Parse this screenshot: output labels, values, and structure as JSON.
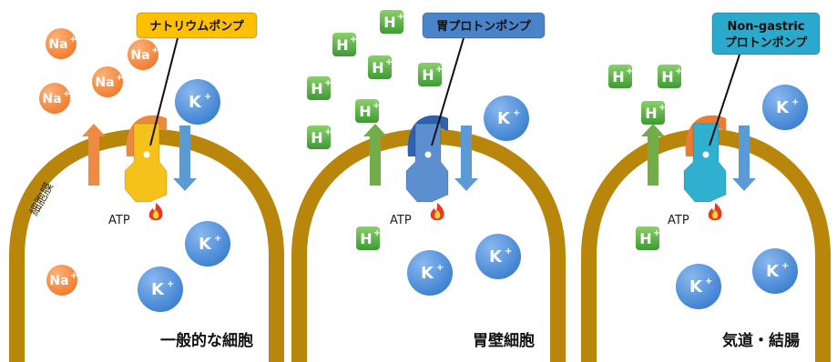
{
  "labels": {
    "na": "Na",
    "k": "K",
    "h": "H",
    "plus": "+",
    "atp": "ATP",
    "membrane": "細胞膜"
  },
  "panels": [
    {
      "caption": "一般的な細胞",
      "pump_label_lines": [
        "ナトリウムポンプ"
      ],
      "colors": {
        "pump": "#f5c21b",
        "pump_cap": "#e98a3c",
        "callout_bg": "#ffc000",
        "out_arrow": "#ee8a44",
        "out_ion": "#f07a2c"
      }
    },
    {
      "caption": "胃壁細胞",
      "pump_label_lines": [
        "胃プロトンポンプ"
      ],
      "colors": {
        "pump": "#5b8fd0",
        "pump_cap": "#2e62b0",
        "callout_bg": "#4a84c8",
        "out_arrow": "#72ad4a",
        "out_ion": "#5aa547"
      }
    },
    {
      "caption": "気道・結腸",
      "pump_label_lines": [
        "Non-gastric",
        "プロトンポンプ"
      ],
      "colors": {
        "pump": "#2fb0cf",
        "pump_cap": "#ea7b34",
        "callout_bg": "#2aa9cc",
        "out_arrow": "#72ad4a",
        "out_ion": "#5aa547"
      }
    }
  ],
  "colors": {
    "membrane": "#b8860b",
    "k_ion": "#3b7fd0",
    "in_arrow": "#5b9bd5",
    "flame": "#e53b1f"
  }
}
